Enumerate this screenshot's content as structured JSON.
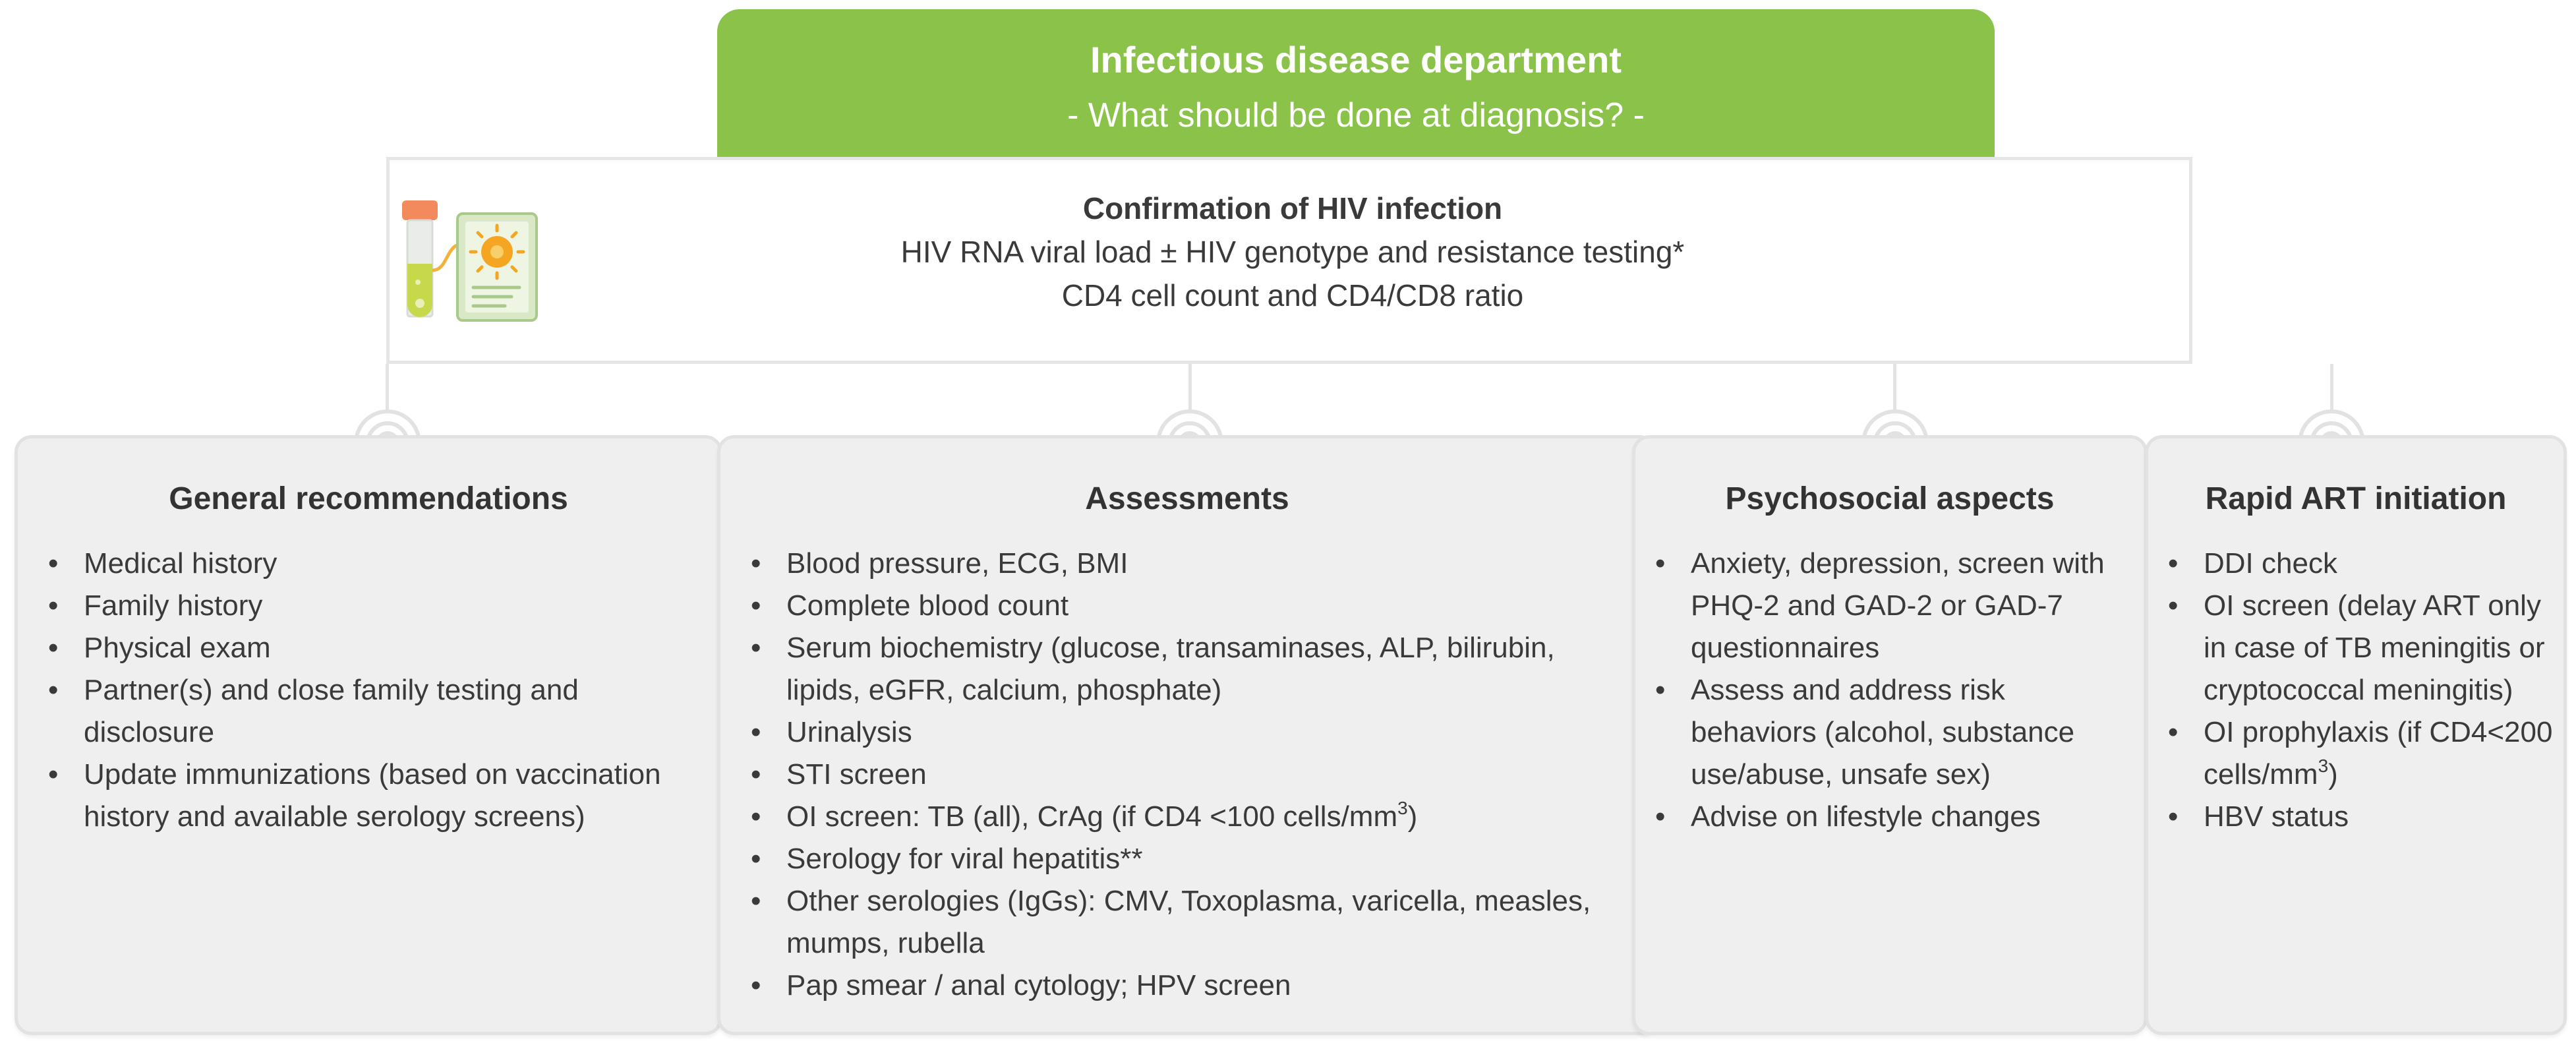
{
  "header": {
    "title": "Infectious disease department",
    "subtitle": "- What should be done at diagnosis? -"
  },
  "confirmation": {
    "title": "Confirmation of HIV infection",
    "line1": "HIV RNA viral load ± HIV genotype and resistance testing*",
    "line2": "CD4 cell count and CD4/CD8 ratio",
    "icon": "test-tube-and-lab-report-icon"
  },
  "colors": {
    "header_green": "#8bc34a",
    "card_bg": "#efefef",
    "card_border": "#e2e2e2",
    "connector_grey": "#e3e3e3"
  },
  "cards": [
    {
      "title": "General recommendations",
      "items": [
        "Medical history",
        "Family history",
        "Physical exam",
        "Partner(s) and close family testing and disclosure",
        "Update immunizations (based on vaccination history and available serology screens)"
      ]
    },
    {
      "title": "Assessments",
      "items": [
        "Blood pressure, ECG, BMI",
        "Complete blood count",
        "Serum biochemistry (glucose, transaminases, ALP, bilirubin, lipids, eGFR, calcium, phosphate)",
        "Urinalysis",
        "STI screen",
        {
          "text": "OI screen: TB (all), CrAg (if CD4 <100 cells/mm",
          "sup": "3",
          "after": ")"
        },
        "Serology for viral hepatitis**",
        "Other serologies (IgGs): CMV, Toxoplasma, varicella, measles, mumps, rubella",
        "Pap smear / anal cytology; HPV screen"
      ]
    },
    {
      "title": "Psychosocial aspects",
      "items": [
        "Anxiety, depression, screen with PHQ-2 and GAD-2 or GAD-7 questionnaires",
        "Assess and address risk behaviors (alcohol, substance use/abuse, unsafe sex)",
        "Advise on lifestyle changes"
      ]
    },
    {
      "title": "Rapid ART initiation",
      "items": [
        "DDI check",
        "OI screen (delay ART only in case of TB meningitis or cryptococcal meningitis)",
        {
          "text": "OI prophylaxis (if CD4<200 cells/mm",
          "sup": "3",
          "after": ")"
        },
        "HBV status"
      ]
    }
  ]
}
